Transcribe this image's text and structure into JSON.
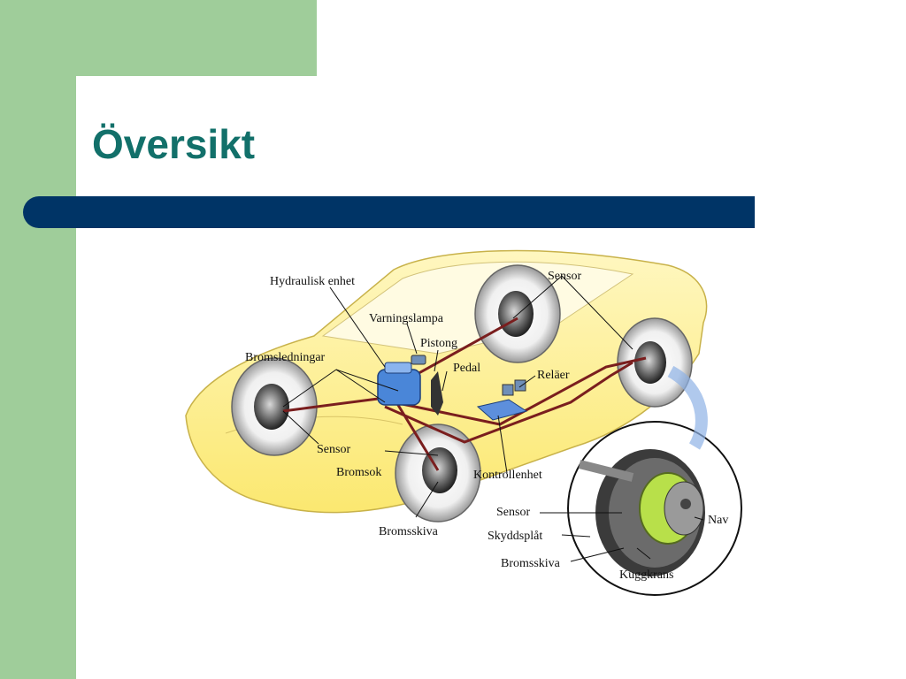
{
  "slide": {
    "title": "Översikt"
  },
  "diagram": {
    "labels": {
      "hydraulic_unit": "Hydraulisk enhet",
      "warning_lamp": "Varningslampa",
      "piston": "Pistong",
      "pedal": "Pedal",
      "brake_lines": "Bromsledningar",
      "sensor_top": "Sensor",
      "relays": "Reläer",
      "sensor_left": "Sensor",
      "caliper": "Bromsok",
      "control_unit": "Kontrollenhet",
      "brake_disc": "Bromsskiva",
      "detail_sensor": "Sensor",
      "hub": "Nav",
      "shield": "Skyddsplåt",
      "detail_disc": "Bromsskiva",
      "gear_ring": "Kuggkrans"
    },
    "colors": {
      "car_body": "#fbe870",
      "brake_line": "#7a1e1e",
      "hydraulic_unit": "#4a86d8",
      "wheel_tire": "#f2f2f2",
      "detail_green": "#b8e04a"
    }
  },
  "theme": {
    "accent_green": "#9fcd9a",
    "bar_navy": "#003466",
    "title_teal": "#12706a"
  }
}
